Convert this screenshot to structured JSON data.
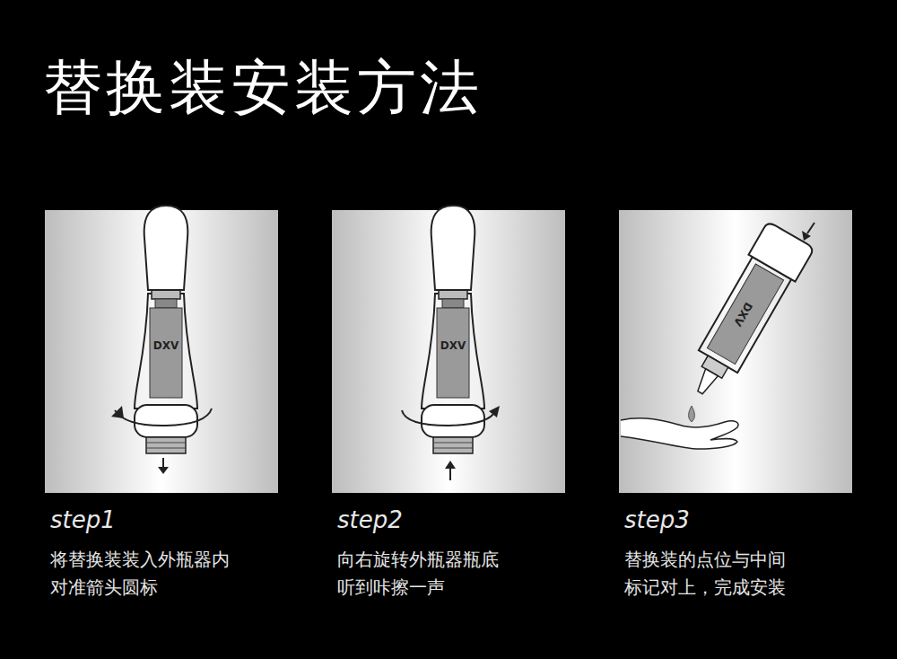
{
  "diagram": {
    "title": "替换装安装方法",
    "nodes": [
      {
        "text": [
          "step1",
          "将替换装装入外瓶器内 对准箭头圆标"
        ]
      },
      {
        "text": [
          "step2",
          "向右旋转外瓶器瓶底 听到咔擦一声"
        ]
      },
      {
        "text": [
          "step3",
          "替换装的点位与中间 标记对上，完成安装"
        ]
      }
    ],
    "labels": [
      "DXV",
      "DXV",
      "DXV"
    ]
  }
}
